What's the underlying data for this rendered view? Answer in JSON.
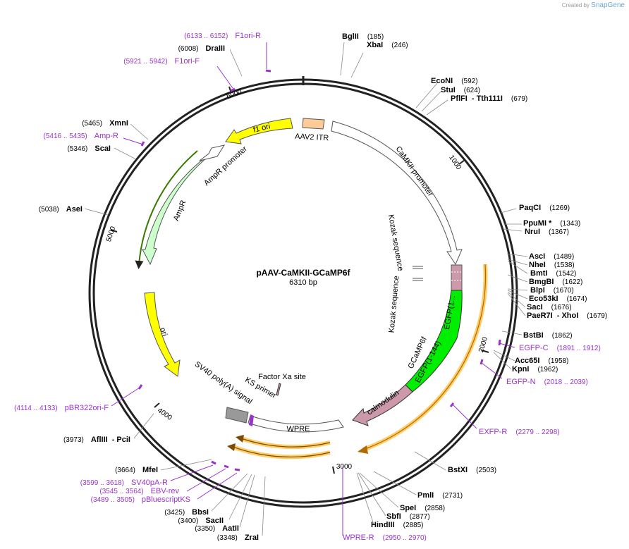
{
  "credit": {
    "prefix": "Created by",
    "brand": "SnapGene"
  },
  "plasmid": {
    "name": "pAAV-CaMKII-GCaMP6f",
    "size": "6310 bp",
    "length": 6310
  },
  "ticks": [
    "1000",
    "2000",
    "3000",
    "4000",
    "5000",
    "6000"
  ],
  "enzymes": [
    {
      "name": "BglII",
      "pos": "(185)"
    },
    {
      "name": "XbaI",
      "pos": "(246)"
    },
    {
      "name": "EcoNI",
      "pos": "(592)"
    },
    {
      "name": "StuI",
      "pos": "(624)"
    },
    {
      "name": "PflFI",
      "name2": "Tth111I",
      "pos": "(679)"
    },
    {
      "name": "PaqCI",
      "pos": "(1269)"
    },
    {
      "name": "PpuMI *",
      "pos": "(1343)"
    },
    {
      "name": "NruI",
      "pos": "(1367)"
    },
    {
      "name": "AscI",
      "pos": "(1489)"
    },
    {
      "name": "NheI",
      "pos": "(1538)"
    },
    {
      "name": "BmtI",
      "pos": "(1542)"
    },
    {
      "name": "BmgBI",
      "pos": "(1622)"
    },
    {
      "name": "BlpI",
      "pos": "(1670)"
    },
    {
      "name": "Eco53kI",
      "pos": "(1674)"
    },
    {
      "name": "SacI",
      "pos": "(1676)"
    },
    {
      "name": "PaeR7I",
      "name2": "XhoI",
      "pos": "(1679)"
    },
    {
      "name": "BstBI",
      "pos": "(1862)"
    },
    {
      "name": "Acc65I",
      "pos": "(1958)"
    },
    {
      "name": "KpnI",
      "pos": "(1962)"
    },
    {
      "name": "BstXI",
      "pos": "(2503)"
    },
    {
      "name": "PmlI",
      "pos": "(2731)"
    },
    {
      "name": "SpeI",
      "pos": "(2858)"
    },
    {
      "name": "SbfI",
      "pos": "(2877)"
    },
    {
      "name": "HindIII",
      "pos": "(2885)"
    },
    {
      "name": "ZraI",
      "pos": "(3348)"
    },
    {
      "name": "AatII",
      "pos": "(3350)"
    },
    {
      "name": "SacII",
      "pos": "(3400)"
    },
    {
      "name": "BbsI",
      "pos": "(3425)"
    },
    {
      "name": "MfeI",
      "pos": "(3664)"
    },
    {
      "name": "AflIII",
      "name2": "PciI",
      "pos": "(3973)"
    },
    {
      "name": "AseI",
      "pos": "(5038)"
    },
    {
      "name": "ScaI",
      "pos": "(5346)"
    },
    {
      "name": "XmnI",
      "pos": "(5465)"
    },
    {
      "name": "DraIII",
      "pos": "(6008)"
    }
  ],
  "primers": [
    {
      "name": "F1ori-R",
      "pos": "(6133 .. 6152)"
    },
    {
      "name": "F1ori-F",
      "pos": "(5921 .. 5942)"
    },
    {
      "name": "Amp-R",
      "pos": "(5416 .. 5435)"
    },
    {
      "name": "EGFP-C",
      "pos": "(1891 .. 1912)"
    },
    {
      "name": "EGFP-N",
      "pos": "(2018 .. 2039)"
    },
    {
      "name": "EXFP-R",
      "pos": "(2279 .. 2298)"
    },
    {
      "name": "pBR322ori-F",
      "pos": "(4114 .. 4133)"
    },
    {
      "name": "SV40pA-R",
      "pos": "(3599 .. 3618)"
    },
    {
      "name": "EBV-rev",
      "pos": "(3545 .. 3564)"
    },
    {
      "name": "pBluescriptKS",
      "pos": "(3489 .. 3505)"
    },
    {
      "name": "WPRE-R",
      "pos": "(2950 .. 2970)"
    }
  ],
  "features": {
    "aav2_itr": "AAV2 ITR",
    "camkii": "CaMKII promoter",
    "kozak1": "Kozak sequence",
    "kozak2": "Kozak sequence",
    "egfp1": "EGFP(1...",
    "egfp2": "EGFP(1-144)",
    "gcamp": "GCaMP6f",
    "calmodulin": "calmodulin",
    "factor_xa": "Factor Xa site",
    "ks_primer": "KS primer",
    "wpre": "WPRE",
    "sv40": "SV40 poly(A) signal",
    "ori": "ori",
    "ampr": "AmpR",
    "ampr_promoter": "AmpR promoter",
    "f1ori": "f1 ori"
  },
  "colors": {
    "backbone": "#222222",
    "enzyme_line": "#888888",
    "primer": "#9933cc",
    "f1ori": "#ffff00",
    "ori": "#ffff00",
    "aav2_itr": "#ffcc99",
    "ampr": "#ccffcc",
    "egfp": "#00ee00",
    "calmodulin": "#cc99aa",
    "sv40": "#999999",
    "orf_glow": "#ffcc66"
  }
}
